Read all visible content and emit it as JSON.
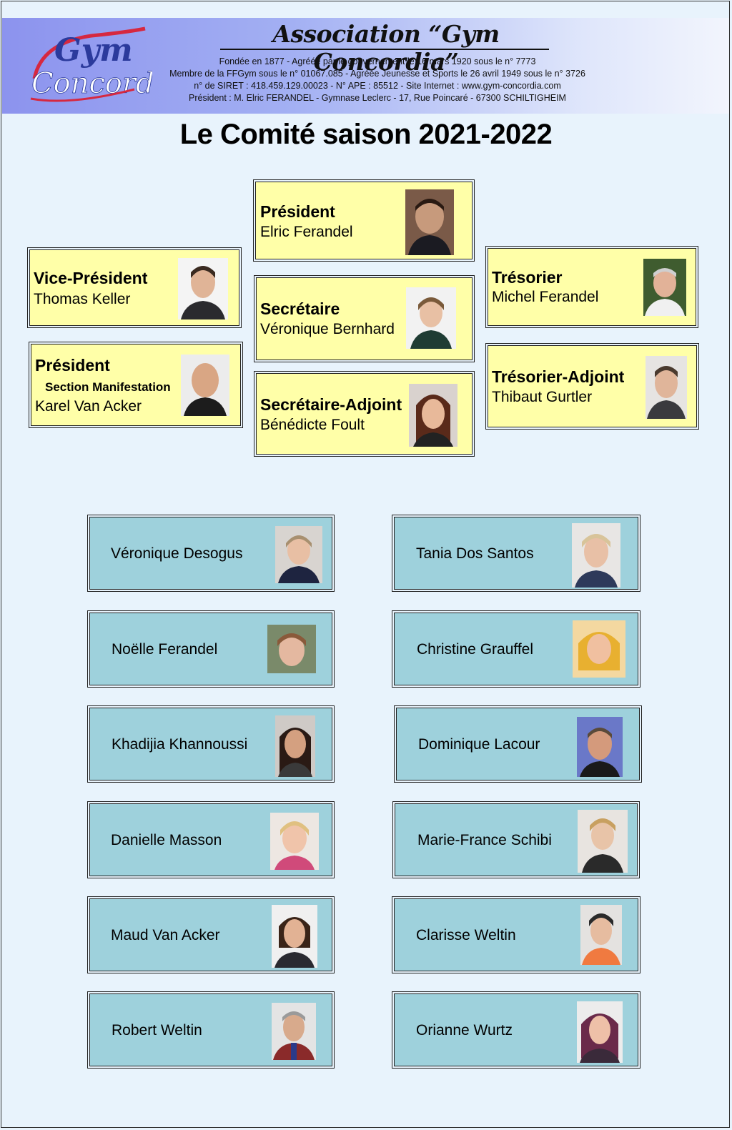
{
  "header": {
    "logo_text_top": "Gym",
    "logo_text_bottom": "Concordia",
    "association_title": "Association “Gym Concordia”",
    "info_lines": [
      "Fondée en 1877 - Agréée par le gouvernement le 16 mars 1920 sous le n° 7773",
      "Membre de la FFGym sous le n° 01067.085 - Agréée Jeunesse et Sports le 26 avril 1949 sous le n° 3726",
      "n° de SIRET : 418.459.129.00023 - N° APE : 85512 - Site Internet : www.gym-concordia.com",
      "Président : M. Elric FERANDEL - Gymnase Leclerc - 17, Rue Poincaré - 67300 SCHILTIGHEIM"
    ]
  },
  "page_title": "Le Comité saison 2021-2022",
  "board": [
    {
      "role": "Président",
      "name": "Elric Ferandel"
    },
    {
      "role": "Vice-Président",
      "name": "Thomas Keller"
    },
    {
      "role": "Secrétaire",
      "name": "Véronique Bernhard"
    },
    {
      "role": "Trésorier",
      "name": "Michel Ferandel"
    },
    {
      "role": "Président",
      "sub_role": "Section Manifestation",
      "name": "Karel Van Acker"
    },
    {
      "role": "Secrétaire-Adjoint",
      "name": "Bénédicte Foult"
    },
    {
      "role": "Trésorier-Adjoint",
      "name": "Thibaut Gurtler"
    }
  ],
  "members": [
    {
      "name": "Véronique Desogus"
    },
    {
      "name": "Tania Dos Santos"
    },
    {
      "name": "Noëlle Ferandel"
    },
    {
      "name": "Christine Grauffel"
    },
    {
      "name": "Khadijia Khannoussi"
    },
    {
      "name": "Dominique Lacour"
    },
    {
      "name": "Danielle Masson"
    },
    {
      "name": "Marie-France Schibi"
    },
    {
      "name": "Maud Van Acker"
    },
    {
      "name": "Clarisse Weltin"
    },
    {
      "name": "Robert Weltin"
    },
    {
      "name": "Orianne Wurtz"
    }
  ],
  "colors": {
    "board_card": "#ffffa8",
    "member_card": "#9ed1dc",
    "banner_start": "#8c93ee",
    "logo_red": "#d62840",
    "logo_blue": "#2b3a9c"
  }
}
